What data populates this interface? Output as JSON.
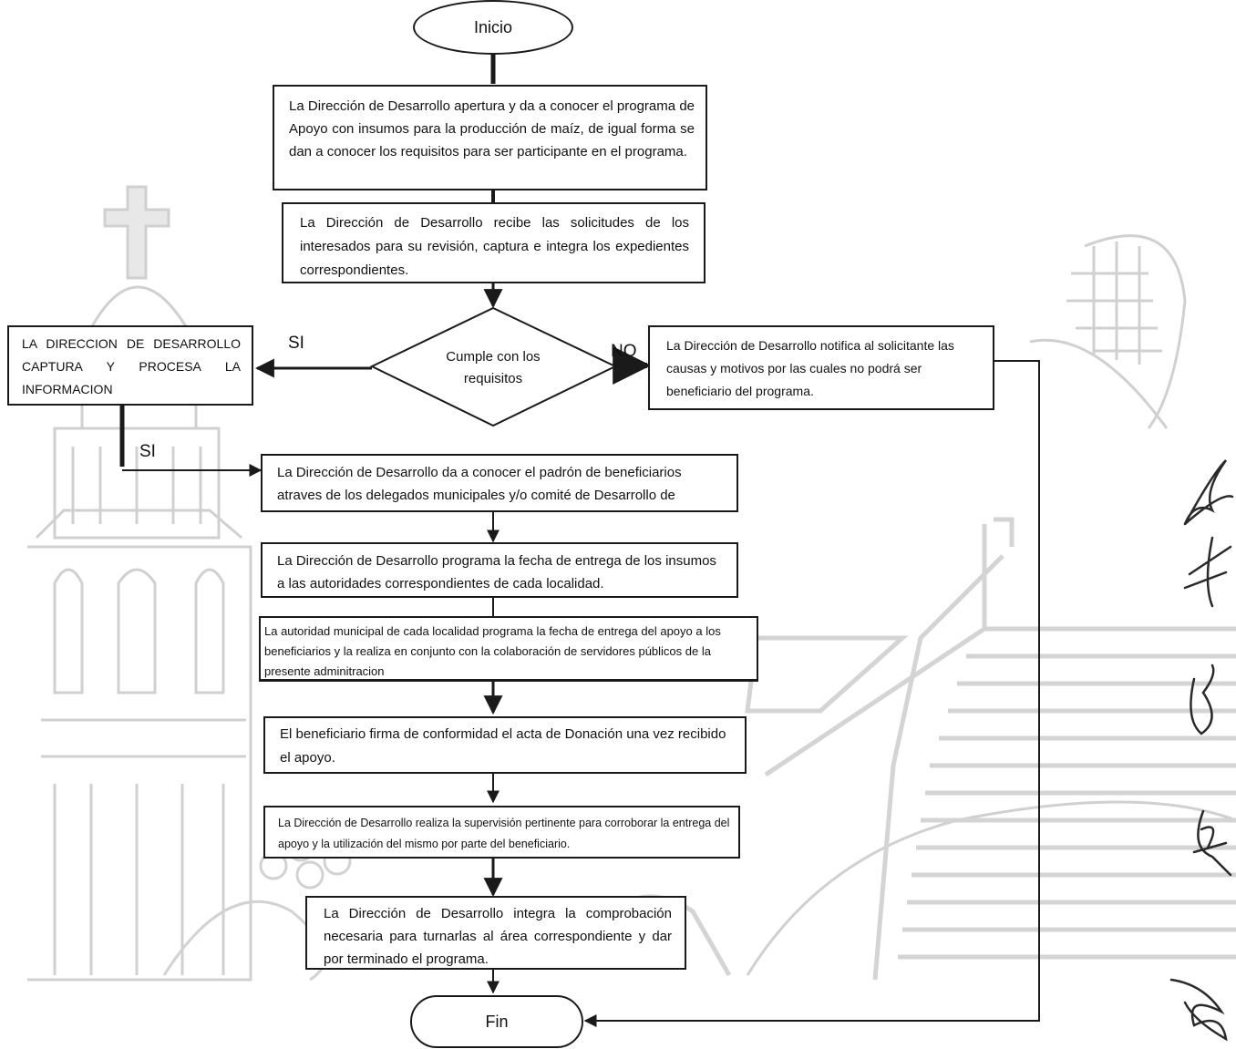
{
  "flowchart": {
    "start": "Inicio",
    "end": "Fin",
    "steps": {
      "s1": "La Dirección de Desarrollo apertura y da a conocer el programa de Apoyo con insumos para la producción de maíz, de igual forma se dan a conocer los requisitos para ser participante en el programa.",
      "s2": "La Dirección de Desarrollo recibe las solicitudes de los interesados para su revisión, captura e integra los expedientes correspondientes.",
      "decision": "Cumple con los requisitos",
      "yes_box": "LA DIRECCION DE DESARROLLO CAPTURA Y PROCESA LA INFORMACION",
      "no_box": "La Dirección de Desarrollo notifica al solicitante las causas y motivos por las cuales no podrá ser beneficiario del programa.",
      "s3": "La Dirección de Desarrollo da a conocer el padrón de beneficiarios atraves de los delegados municipales y/o comité de Desarrollo de",
      "s4": "La Dirección de Desarrollo programa la fecha de entrega de los insumos a las autoridades correspondientes de cada localidad.",
      "s5": "La autoridad municipal de cada localidad programa la fecha de entrega del apoyo a los beneficiarios y la realiza en conjunto con la colaboración de servidores públicos de la presente adminitracion",
      "s6": "El beneficiario firma de conformidad el acta de Donación una vez recibido el apoyo.",
      "s7": "La Dirección de Desarrollo realiza la supervisión pertinente para corroborar la entrega del apoyo y la utilización del mismo por parte del beneficiario.",
      "s8": "La Dirección de Desarrollo integra la comprobación necesaria para turnarlas al área correspondiente y dar por terminado el programa."
    },
    "labels": {
      "si_left": "SI",
      "no_right": "NO",
      "si_down": "SI"
    }
  },
  "colors": {
    "line": "#1a1a1a",
    "watermark": "#d2d2d2"
  }
}
